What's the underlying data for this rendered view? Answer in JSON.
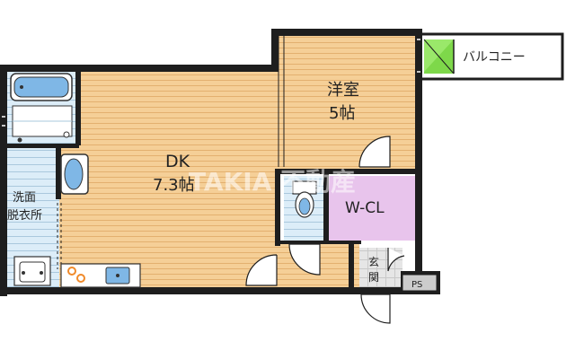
{
  "rooms": {
    "dk": {
      "name": "DK",
      "size": "7.3帖"
    },
    "western": {
      "name": "洋室",
      "size": "5帖"
    },
    "wcl": {
      "name": "W-CL"
    },
    "washroom": {
      "line1": "洗面",
      "line2": "脱衣所"
    },
    "entrance": {
      "line1": "玄",
      "line2": "関"
    },
    "balcony": {
      "name": "バルコニー"
    },
    "ps": {
      "name": "PS"
    }
  },
  "watermark": "TAKIA 不動産",
  "colors": {
    "wall": "#1e1e1e",
    "floor_wood": "#f5cf97",
    "floor_wood_line": "#e3b06f",
    "wet_area": "#dcedf8",
    "wet_line": "#aac8dd",
    "closet": "#e8c4ec",
    "balcony": "#7ed84a",
    "fixture_blue": "#7fb7e6",
    "stove_orange": "#f08a2a",
    "entrance_gray": "#d8d8d8"
  }
}
